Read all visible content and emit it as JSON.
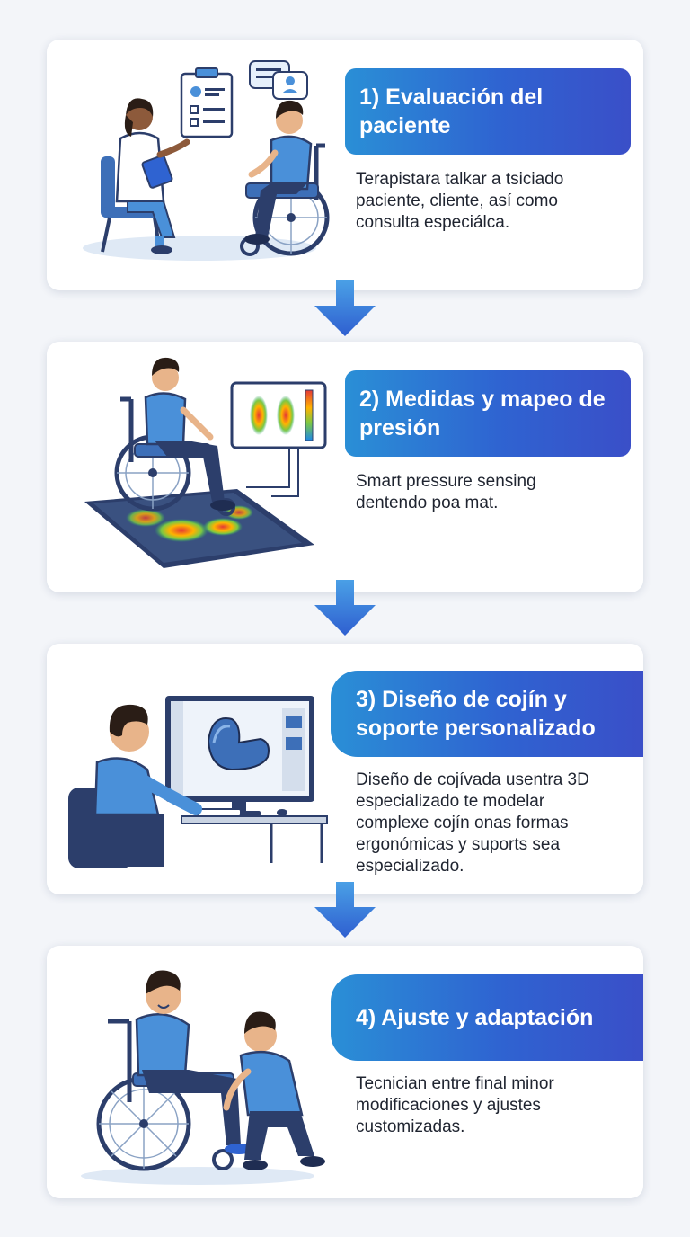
{
  "steps": [
    {
      "title": "1) Evaluación del paciente",
      "description": "Terapistara talkar a tsiciado\npaciente, cliente, así como\nconsulta especiálca.",
      "illustration": "therapist-consulting-wheelchair-user"
    },
    {
      "title": "2) Medidas y mapeo de presión",
      "description": "Smart pressure sensing\ndentendo poa mat.",
      "illustration": "wheelchair-on-pressure-mat-with-heatmap-monitor"
    },
    {
      "title": "3) Diseño de cojín y soporte personalizado",
      "description": "Diseño de cojívada usentra 3D\nespecializado te modelar\ncomplexe cojín onas formas\nergonómicas y suports sea\nespecializado.",
      "illustration": "designer-modeling-cushion-3d"
    },
    {
      "title": "4) Ajuste y adaptación",
      "description": "Tecnician entre final minor\nmodificaciones y ajustes\ncustomizadas.",
      "illustration": "technician-adjusting-wheelchair"
    }
  ],
  "colors": {
    "banner_start": "#2a8fd6",
    "banner_end": "#3a4fc8",
    "arrow": "#2f6fd6",
    "shirt": "#4a90d9",
    "pants": "#2c3e6b"
  }
}
